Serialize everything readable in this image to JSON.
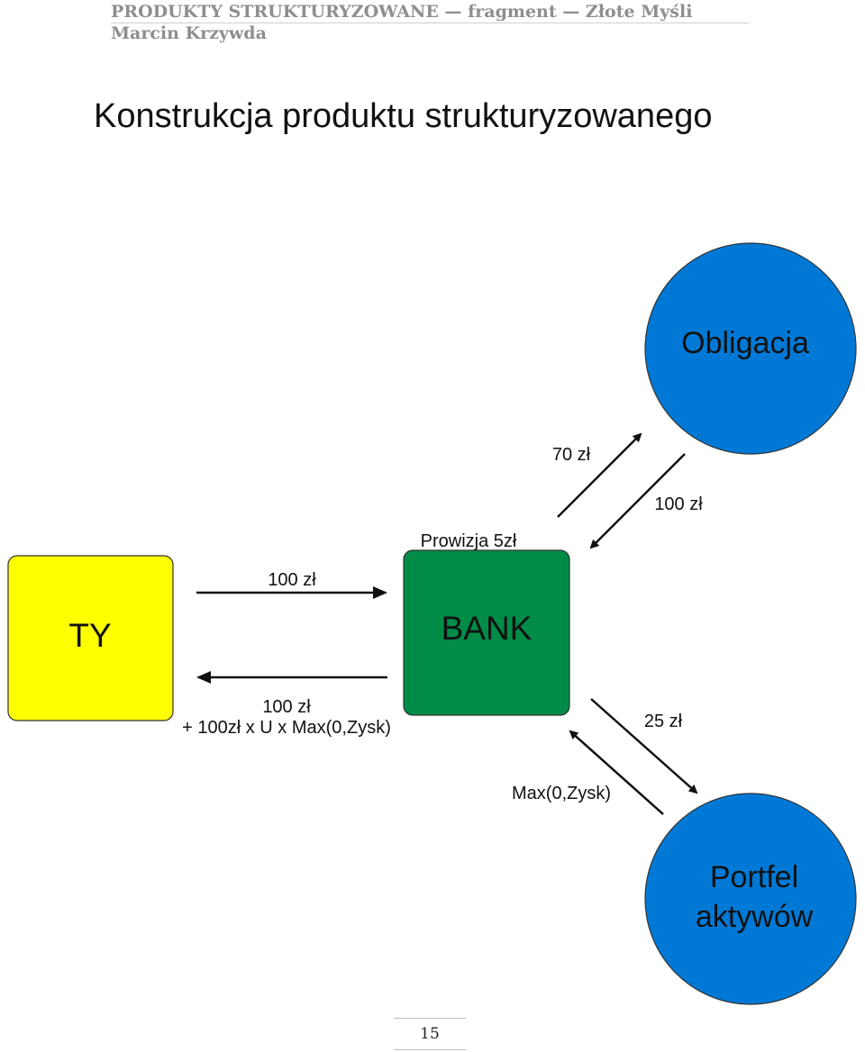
{
  "header": {
    "title": "PRODUKTY  STRUKTURYZOWANE — fragment — Złote Myśli",
    "author": "Marcin Krzywda"
  },
  "figure": {
    "title": "Konstrukcja produktu strukturyzowanego",
    "nodes": {
      "you": {
        "label": "TY",
        "color": "#ffff00"
      },
      "bank": {
        "label": "BANK",
        "color": "#008c46",
        "note": "Prowizja 5zł"
      },
      "bond": {
        "label": "Obligacja",
        "color": "#0079d6"
      },
      "portfolio": {
        "label_line1": "Portfel",
        "label_line2": "aktywów",
        "color": "#0079d6"
      }
    },
    "flows": {
      "you_to_bank": "100 zł",
      "bank_to_you_line1": "100 zł",
      "bank_to_you_line2": "+ 100zł x U x Max(0,Zysk)",
      "bank_to_bond": "70 zł",
      "bond_to_bank": "100 zł",
      "bank_to_portfolio": "25 zł",
      "portfolio_to_bank": "Max(0,Zysk)"
    }
  },
  "footer": {
    "page_number": "15"
  }
}
